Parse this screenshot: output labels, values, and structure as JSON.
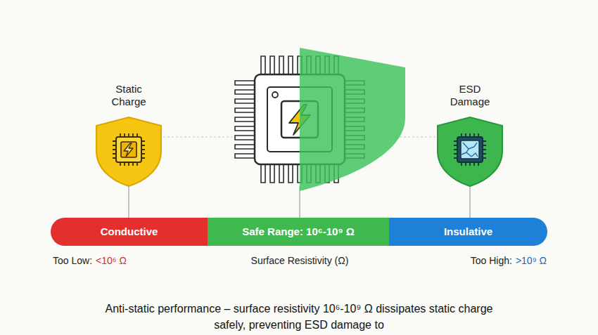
{
  "diagram": {
    "caption": "Anti-static performance – surface resistivity 10⁶-10⁹ Ω dissipates static charge safely, preventing ESD damage to",
    "nodes": [
      {
        "text": [
          "Static Charge"
        ]
      },
      {
        "text": [
          "ESD Damage"
        ]
      },
      {
        "text": [
          "Conductive"
        ]
      },
      {
        "text": [
          "Safe Range: 10⁶-10⁹ Ω"
        ]
      },
      {
        "text": [
          "Insulative"
        ]
      }
    ],
    "edges": [
      {
        "from": 0,
        "to": 2,
        "arrow": "none"
      },
      {
        "from": 1,
        "to": 4,
        "arrow": "none"
      }
    ],
    "labels": [
      "Too Low:",
      "<10⁶ Ω",
      "Surface Resistivity (Ω)",
      "Too High:",
      ">10⁹ Ω"
    ]
  }
}
